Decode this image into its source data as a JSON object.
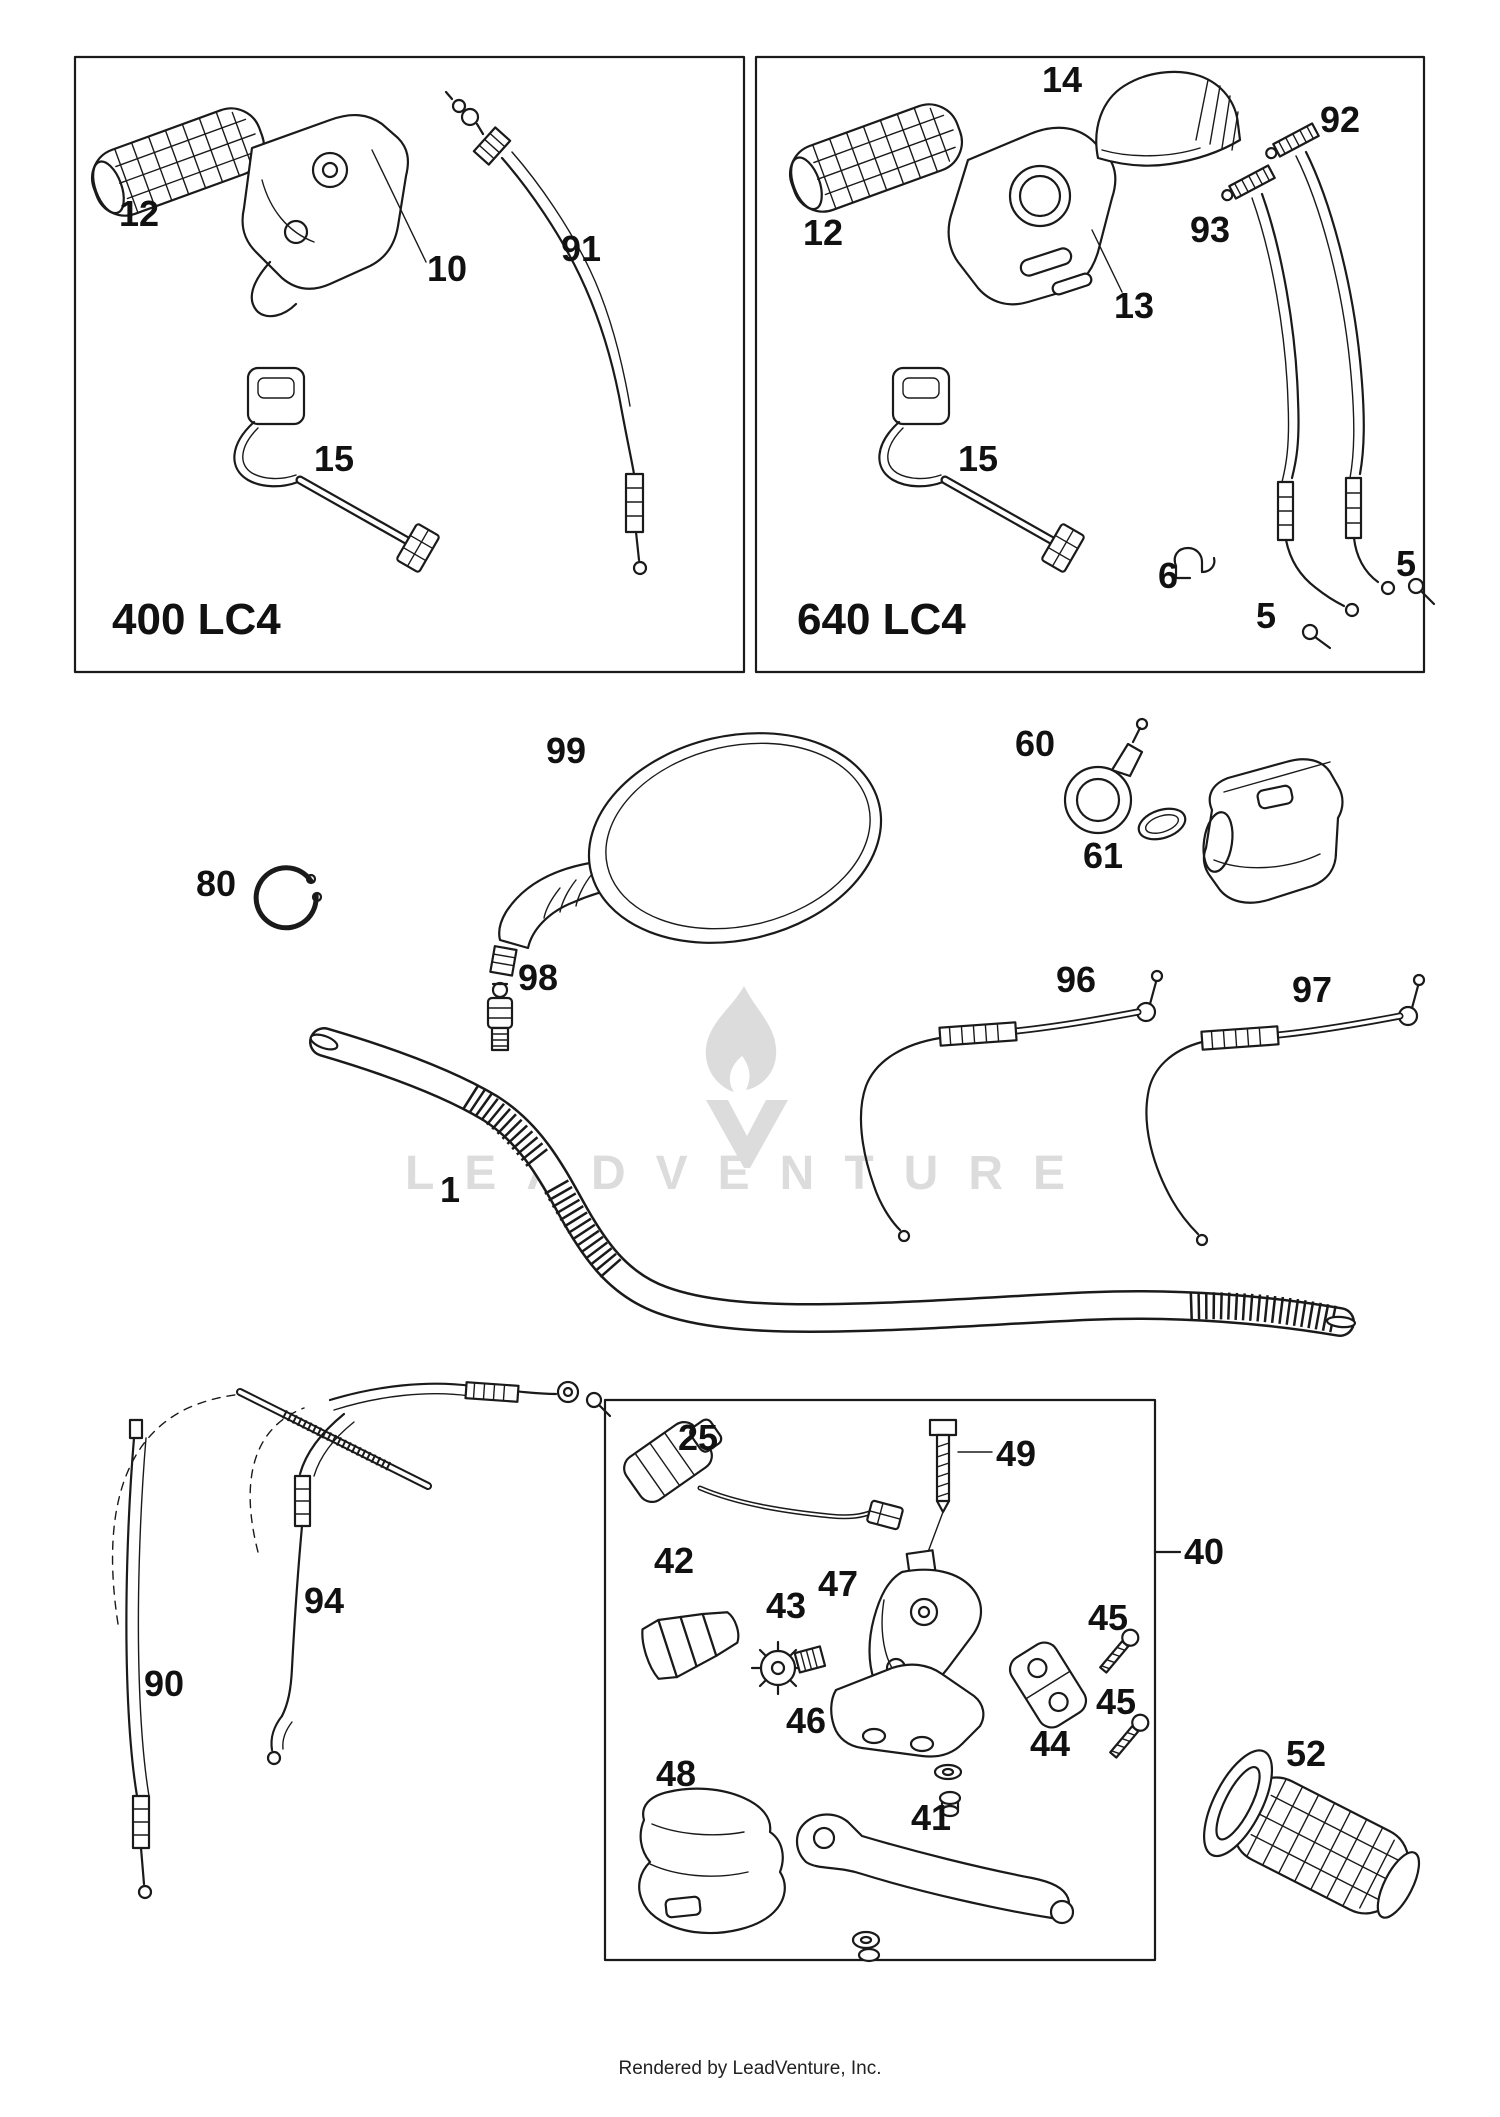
{
  "page": {
    "watermark": "LEADVENTURE",
    "footer": "Rendered by LeadVenture, Inc."
  },
  "panels": {
    "left": {
      "title": "400 LC4"
    },
    "right": {
      "title": "640 LC4"
    }
  },
  "labels": {
    "p12_left": "12",
    "p10": "10",
    "p91": "91",
    "p15_left": "15",
    "p12_right": "12",
    "p13": "13",
    "p14": "14",
    "p92": "92",
    "p93": "93",
    "p15_right": "15",
    "p6": "6",
    "p5_a": "5",
    "p5_b": "5",
    "p99": "99",
    "p80": "80",
    "p98": "98",
    "p60": "60",
    "p61": "61",
    "p96": "96",
    "p97": "97",
    "p1": "1",
    "p90": "90",
    "p94": "94",
    "p25": "25",
    "p49": "49",
    "p47": "47",
    "p42": "42",
    "p43": "43",
    "p46": "46",
    "p48": "48",
    "p41": "41",
    "p44": "44",
    "p45_a": "45",
    "p45_b": "45",
    "p40": "40",
    "p52": "52"
  }
}
